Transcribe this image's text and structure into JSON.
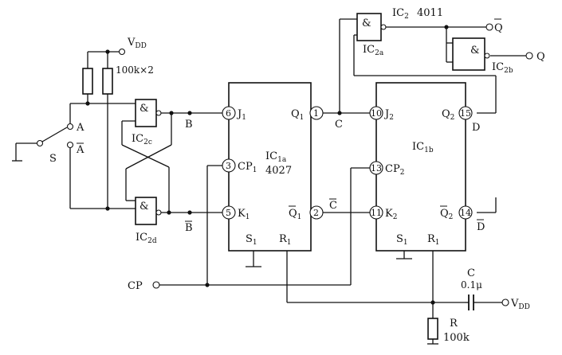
{
  "labels": {
    "vdd_top": "V",
    "vdd_top_sub": "DD",
    "res_pair": "100k×2",
    "switch_a": "A",
    "switch_abar": "A",
    "switch_s": "S",
    "gate_symbol": "&",
    "ic2c": "IC",
    "ic2c_sub": "2c",
    "ic2d": "IC",
    "ic2d_sub": "2d",
    "node_b": "B",
    "node_bbar": "B",
    "ic1a": "IC",
    "ic1a_sub": "1a",
    "ic1a_part": "4027",
    "j1": "J",
    "j1_sub": "1",
    "cp1": "CP",
    "cp1_sub": "1",
    "k1": "K",
    "k1_sub": "1",
    "q1": "Q",
    "q1_sub": "1",
    "q1bar": "Q",
    "q1bar_sub": "1",
    "s1a": "S",
    "s1a_sub": "1",
    "r1a": "R",
    "r1a_sub": "1",
    "node_c": "C",
    "node_cbar": "C",
    "ic2": "IC",
    "ic2_sub": "2",
    "ic2_part": "4011",
    "ic2a_sub": "2a",
    "ic2b_sub": "2b",
    "out_qbar": "Q",
    "out_q": "Q",
    "ic1b": "IC",
    "ic1b_sub": "1b",
    "j2": "J",
    "j2_sub": "2",
    "cp2": "CP",
    "cp2_sub": "2",
    "k2": "K",
    "k2_sub": "2",
    "q2": "Q",
    "q2_sub": "2",
    "q2bar": "Q",
    "q2bar_sub": "2",
    "s1b": "S",
    "s1b_sub": "1",
    "r1b": "R",
    "r1b_sub": "1",
    "node_d": "D",
    "node_dbar": "D",
    "cp_in": "CP",
    "cap_c": "C",
    "cap_val": "0.1μ",
    "vdd_bottom": "V",
    "vdd_bottom_sub": "DD",
    "res_r": "R",
    "res_r_val": "100k"
  },
  "pins": {
    "p6": "6",
    "p3": "3",
    "p5": "5",
    "p1": "1",
    "p2": "2",
    "p10": "10",
    "p13": "13",
    "p11": "11",
    "p15": "15",
    "p14": "14"
  }
}
